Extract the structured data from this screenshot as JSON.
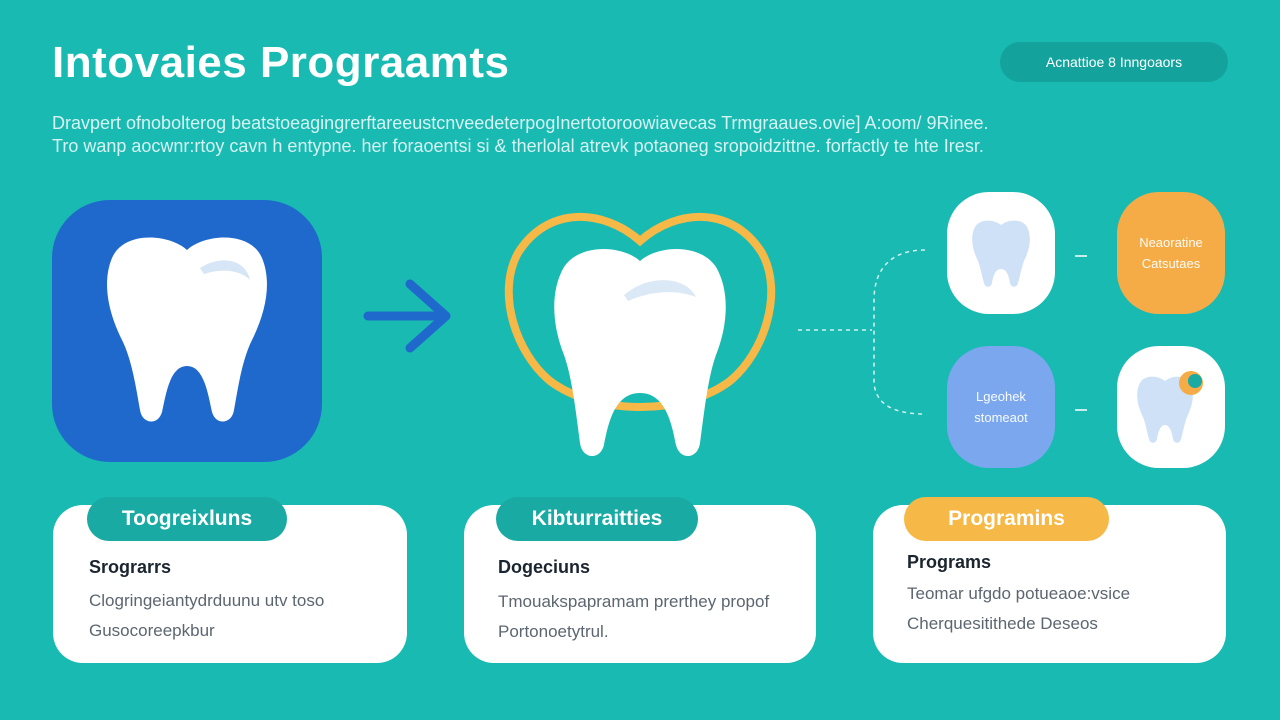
{
  "header": {
    "title": "Intovaies Prograamts",
    "pill": "Acnattioe 8 Inngoaors",
    "desc_line1": "Dravpert ofnobolterog beatstoeagingrerftareeustcnveedeterpogInertotoroowiavecas Trmgraaues.ovie] A:oom/ 9Rinee.",
    "desc_line2": "Tro wanp aocwnr:rtoy cavn h entypne. her foraoentsi si & therlolal atrevk potaoneg sropoidzittne. forfactly te hte Iresr."
  },
  "diagram": {
    "mini_tiles": [
      {
        "label": "",
        "icon": "tooth-icon"
      },
      {
        "label": "Neaoratine Catsutaes",
        "icon": ""
      },
      {
        "label": "Lgeohek stomeaot",
        "icon": ""
      },
      {
        "label": "",
        "icon": "tooth-decay-icon"
      }
    ]
  },
  "cards": [
    {
      "tab": "Toogreixluns",
      "heading": "Srograrrs",
      "line1": "Clogringeiantydrduunu utv toso",
      "line2": "Gusocoreepkbur"
    },
    {
      "tab": "Kibturraitties",
      "heading": "Dogeciuns",
      "line1": "Tmouakspapramam prerthey propof",
      "line2": "Portonoetytrul."
    },
    {
      "tab": "Programins",
      "heading": "Programs",
      "line1": "Teomar ufgdo potueaoe:vsice",
      "line2": "Cherquesitithede Deseos"
    }
  ],
  "colors": {
    "background": "#19bab2",
    "blue_tile": "#1f69cc",
    "orange": "#f6ac46",
    "periwinkle": "#7aa7ee",
    "teal_tab": "#19aaa3"
  }
}
